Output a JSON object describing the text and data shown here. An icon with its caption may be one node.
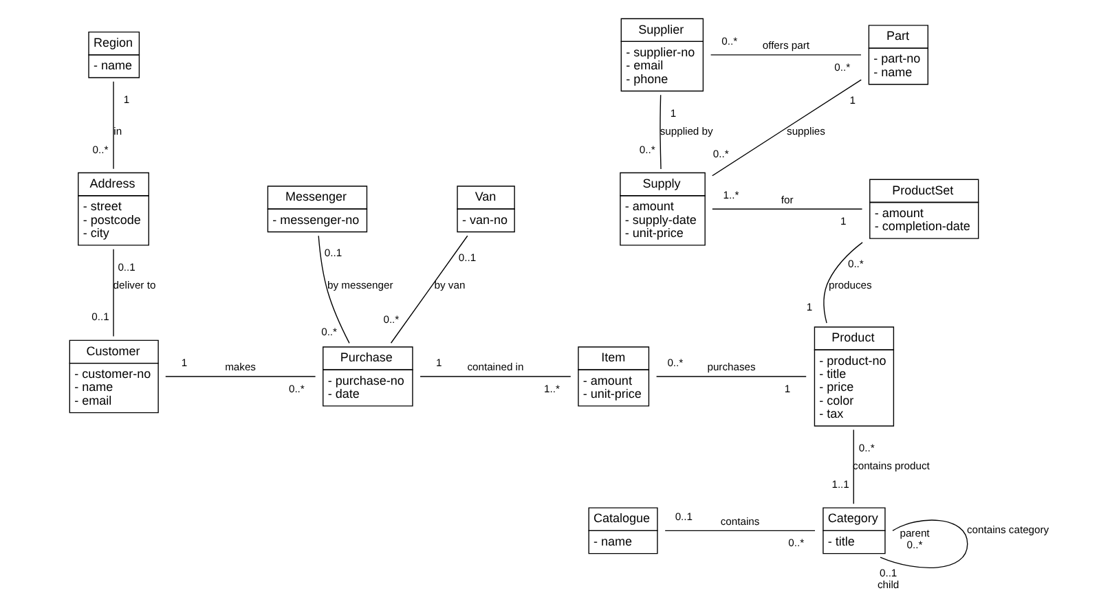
{
  "diagram": {
    "nodes": [
      {
        "text": [
          "Region",
          "- name"
        ]
      },
      {
        "text": [
          "Supplier",
          "- supplier-no",
          "- email",
          "- phone"
        ]
      },
      {
        "text": [
          "Part",
          "- part-no",
          "- name"
        ]
      },
      {
        "text": [
          "Address",
          "- street",
          "- postcode",
          "- city"
        ]
      },
      {
        "text": [
          "Messenger",
          "- messenger-no"
        ]
      },
      {
        "text": [
          "Van",
          "- van-no"
        ]
      },
      {
        "text": [
          "Supply",
          "- amount",
          "- supply-date",
          "- unit-price"
        ]
      },
      {
        "text": [
          "ProductSet",
          "- amount",
          "- completion-date"
        ]
      },
      {
        "text": [
          "Customer",
          "- customer-no",
          "- name",
          "- email"
        ]
      },
      {
        "text": [
          "Purchase",
          "- purchase-no",
          "- date"
        ]
      },
      {
        "text": [
          "Item",
          "- amount",
          "- unit-price"
        ]
      },
      {
        "text": [
          "Product",
          "- product-no",
          "- title",
          "- price",
          "- color",
          "- tax"
        ]
      },
      {
        "text": [
          "Catalogue",
          "- name"
        ]
      },
      {
        "text": [
          "Category",
          "- title"
        ]
      }
    ],
    "edges": [
      {
        "from": 0,
        "to": 3,
        "arrow": "none",
        "label": "in"
      },
      {
        "from": 1,
        "to": 2,
        "arrow": "none",
        "label": "offers part"
      },
      {
        "from": 1,
        "to": 6,
        "arrow": "none",
        "label": "supplied by"
      },
      {
        "from": 2,
        "to": 6,
        "arrow": "none",
        "label": "supplies"
      },
      {
        "from": 3,
        "to": 8,
        "arrow": "none",
        "label": "deliver to"
      },
      {
        "from": 4,
        "to": 9,
        "arrow": "none",
        "label": "by messenger"
      },
      {
        "from": 5,
        "to": 9,
        "arrow": "none",
        "label": "by van"
      },
      {
        "from": 6,
        "to": 7,
        "arrow": "none",
        "label": "for"
      },
      {
        "from": 7,
        "to": 11,
        "arrow": "none",
        "label": "produces"
      },
      {
        "from": 8,
        "to": 9,
        "arrow": "none",
        "label": "makes"
      },
      {
        "from": 9,
        "to": 10,
        "arrow": "none",
        "label": "contained in"
      },
      {
        "from": 10,
        "to": 11,
        "arrow": "none",
        "label": "purchases"
      },
      {
        "from": 13,
        "to": 13,
        "arrow": "none",
        "label": "contains category"
      },
      {
        "from": 13,
        "to": 11,
        "arrow": "none",
        "label": "contains product"
      },
      {
        "from": 12,
        "to": 13,
        "arrow": "none",
        "label": "contains"
      }
    ],
    "labels": [
      "1",
      "0..*",
      "0..*",
      "0..*",
      "1",
      "0..*",
      "1",
      "0..*",
      "0..1",
      "0..1",
      "0..1",
      "0..*",
      "0..1",
      "0..*",
      "1..*",
      "1",
      "0..*",
      "1",
      "1",
      "0..*",
      "1",
      "1..*",
      "0..*",
      "1",
      "parent",
      "0..*",
      "0..1",
      "child",
      "1..1",
      "0..*",
      "0..1",
      "0..*"
    ]
  }
}
